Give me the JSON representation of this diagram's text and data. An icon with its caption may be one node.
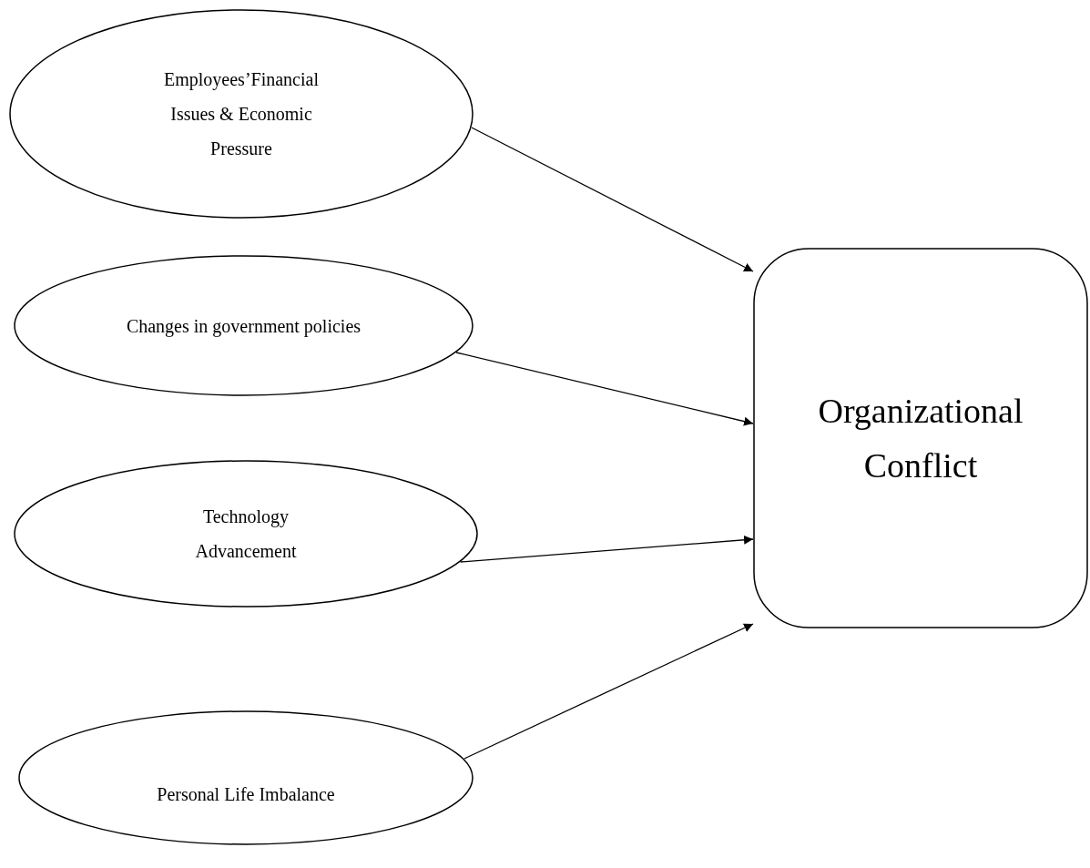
{
  "diagram": {
    "nodes": [
      {
        "text": [
          "Employees’Financial Issues & Economic Pressure"
        ]
      },
      {
        "text": [
          "Changes in government policies"
        ]
      },
      {
        "text": [
          "Technology Advancement"
        ]
      },
      {
        "text": [
          "Personal Life Imbalance"
        ]
      },
      {
        "text": [
          "Organizational Conflict"
        ]
      }
    ],
    "edges": [
      {
        "from": 0,
        "to": 4,
        "arrow": "to"
      },
      {
        "from": 1,
        "to": 4,
        "arrow": "to"
      },
      {
        "from": 2,
        "to": 4,
        "arrow": "to"
      },
      {
        "from": 3,
        "to": 4,
        "arrow": "to"
      }
    ]
  }
}
